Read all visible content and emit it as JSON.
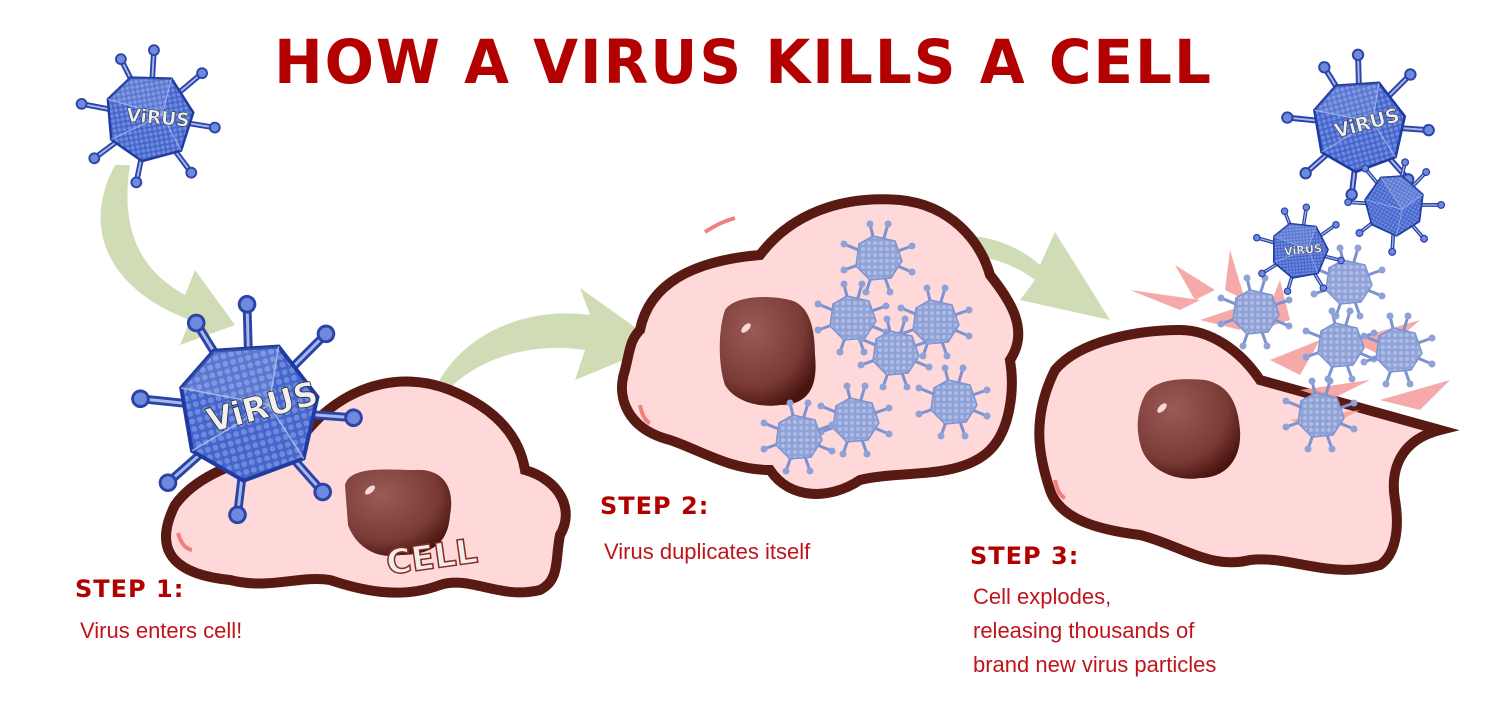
{
  "title": "HOW A VIRUS KILLS A CELL",
  "colors": {
    "title": "#b30000",
    "step_text": "#c0141b",
    "cell_fill": "#ffd9d9",
    "cell_border": "#5a1a14",
    "nucleus": "#7a3a35",
    "virus_blue": "#3355bb",
    "virus_light": "#8ea2d8",
    "arrow_green": "#c8d6a8"
  },
  "labels": {
    "virus": "ViRUS",
    "cell": "CELL"
  },
  "steps": [
    {
      "label": "STEP 1:",
      "lines": [
        "Virus enters cell!"
      ]
    },
    {
      "label": "STEP 2:",
      "lines": [
        "Virus duplicates itself"
      ]
    },
    {
      "label": "STEP 3:",
      "lines": [
        "Cell explodes,",
        "releasing thousands of",
        "brand new virus particles"
      ]
    }
  ]
}
